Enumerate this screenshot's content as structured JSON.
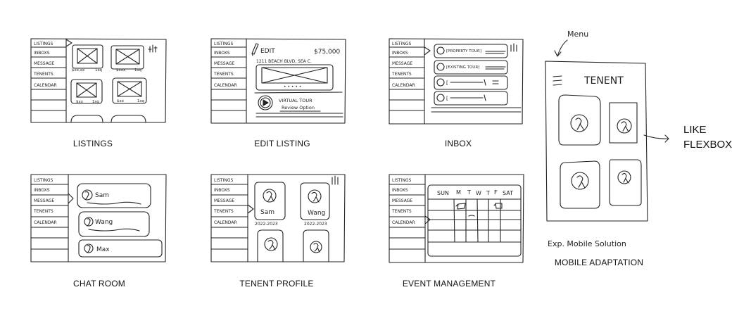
{
  "sidebar": [
    "LISTINGS",
    "INBOXS",
    "MESSAGE",
    "TENENTS",
    "CALENDAR"
  ],
  "captions": {
    "listings": "LISTINGS",
    "edit_listing": "EDIT LISTING",
    "inbox": "INBOX",
    "chat_room": "CHAT ROOM",
    "tenent_profile": "TENENT PROFILE",
    "event_management": "EVENT MANAGEMENT",
    "mobile_adaptation": "MOBILE ADAPTATION"
  },
  "listings": {
    "prices": [
      "$xx,xx",
      "$xxx",
      "$xx",
      "$xx"
    ],
    "sizes": [
      "1sq",
      "1sq",
      "1sq",
      "1sq"
    ]
  },
  "edit_listing": {
    "edit": "EDIT",
    "price": "$75,000",
    "address": "1211 BEACH BLVD, SEA C.",
    "dots": "• • • • •",
    "tour_line1": "VIRTUAL TOUR",
    "tour_line2": "Review Option"
  },
  "inbox": {
    "rows": [
      "[PROPERTY TOUR]",
      "[EXISTING TOUR]",
      "[",
      "["
    ]
  },
  "chat": {
    "names": [
      "Sam",
      "Wang",
      "Max"
    ]
  },
  "tenent_profile": {
    "names": [
      "Sam",
      "Wang"
    ],
    "years": [
      "2022-2023",
      "2022-2023"
    ]
  },
  "calendar": {
    "days": [
      "SUN",
      "M",
      "T",
      "W",
      "T",
      "F",
      "SAT"
    ]
  },
  "mobile": {
    "menu_note": "Menu",
    "title": "TENENT",
    "like_flexbox": "LIKE FLEXBOX",
    "exp_note": "Exp. Mobile Solution"
  }
}
